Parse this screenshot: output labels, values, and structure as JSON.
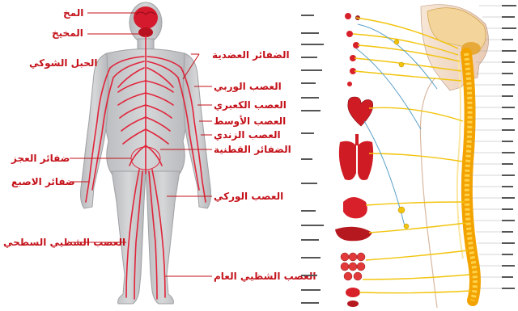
{
  "left_labels": {
    "brain": "المخ",
    "cerebellum": "المخيخ",
    "spinal_cord": "الحبل الشوكي",
    "muscular_plexus": "الضفائر العضدية",
    "radial_nerve": "العصب الوربي",
    "ulnar_nerve": "العصب الكعبري",
    "median_nerve": "العصب الأوسط",
    "ulnar2_nerve": "العصب الزندي",
    "lumbar_plexus": "الضفائر القطنية",
    "sacral_plexus": "ضفائر العجز",
    "digital_plexus": "ضفائر الاصبع",
    "sciatic_nerve": "العصب الوركي",
    "superficial_peroneal": "العصب الشظيي السطحي",
    "common_peroneal": "العصب الشظيي العام"
  },
  "colors": {
    "nerve_red": "#e0243a",
    "label_red": "#c4121a",
    "body_grey": "#c9cacc",
    "organ_red": "#d8202a",
    "nerve_yellow": "#f2c40c",
    "spine_orange": "#f3a300"
  }
}
